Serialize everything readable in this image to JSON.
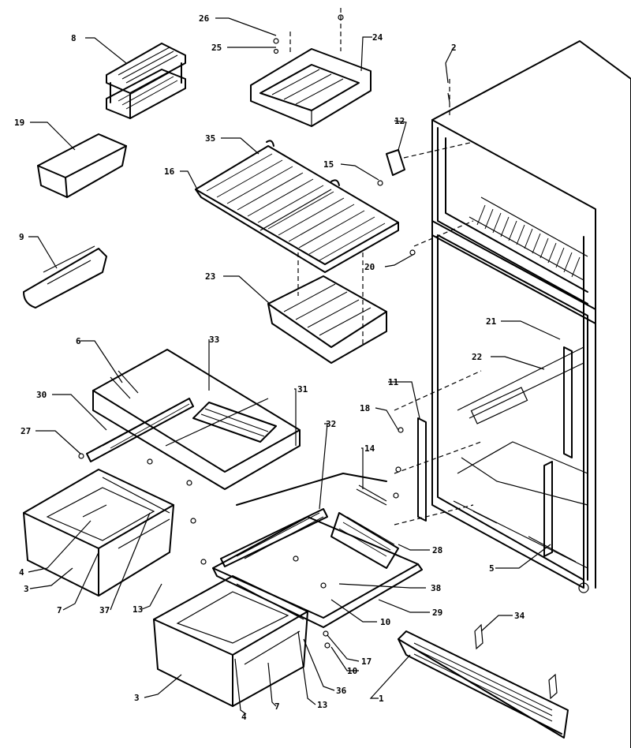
{
  "diagram": {
    "callouts": {
      "n1": "1",
      "n2": "2",
      "n3a": "3",
      "n3b": "3",
      "n4a": "4",
      "n4b": "4",
      "n5": "5",
      "n6": "6",
      "n7a": "7",
      "n7b": "7",
      "n8": "8",
      "n9": "9",
      "n10a": "10",
      "n10b": "10",
      "n11": "11",
      "n12": "12",
      "n13a": "13",
      "n13b": "13",
      "n14": "14",
      "n15": "15",
      "n16": "16",
      "n17": "17",
      "n18": "18",
      "n19": "19",
      "n20": "20",
      "n21": "21",
      "n22": "22",
      "n23": "23",
      "n24": "24",
      "n25": "25",
      "n26": "26",
      "n27": "27",
      "n28": "28",
      "n29": "29",
      "n30": "30",
      "n31": "31",
      "n32": "32",
      "n33": "33",
      "n34": "34",
      "n35": "35",
      "n36": "36",
      "n37": "37",
      "n38": "38"
    }
  }
}
